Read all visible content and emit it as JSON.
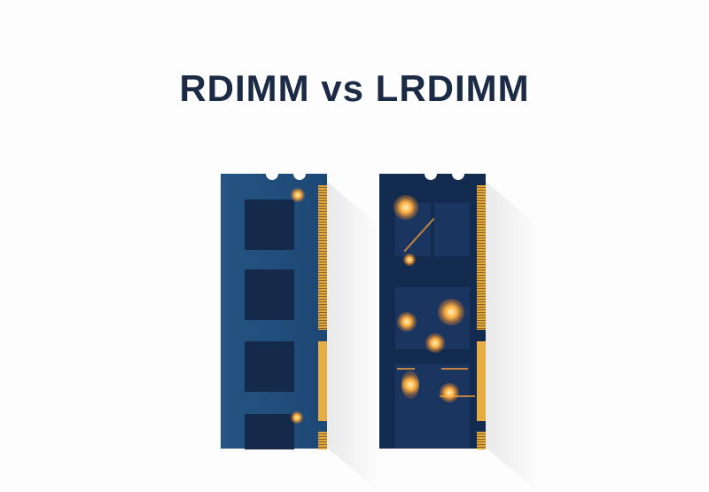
{
  "title": "RDIMM vs LRDIMM",
  "colors": {
    "title": "#1c2b45",
    "rdimm_board": "#1f4a7a",
    "lrdimm_board": "#132a4d",
    "gold": "#e0a83c",
    "glow": "#ffb040"
  },
  "modules": [
    {
      "id": "rdimm"
    },
    {
      "id": "lrdimm"
    }
  ]
}
